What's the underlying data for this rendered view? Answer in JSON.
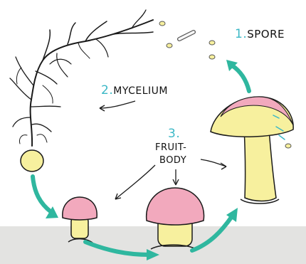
{
  "colors": {
    "arrow": "#2fb79f",
    "label_number": "#3bb8c6",
    "ink": "#111111",
    "cap_pink": "#f2a9bd",
    "stem_yellow": "#f7f09e",
    "floor": "#e3e3e1"
  },
  "labels": {
    "spore": {
      "number": "1.",
      "text": "SPORE"
    },
    "mycelium": {
      "number": "2.",
      "text": "MYCELIUM"
    },
    "fruit_body": {
      "number": "3.",
      "text_line1": "FRUIT-",
      "text_line2": "BODY"
    }
  }
}
